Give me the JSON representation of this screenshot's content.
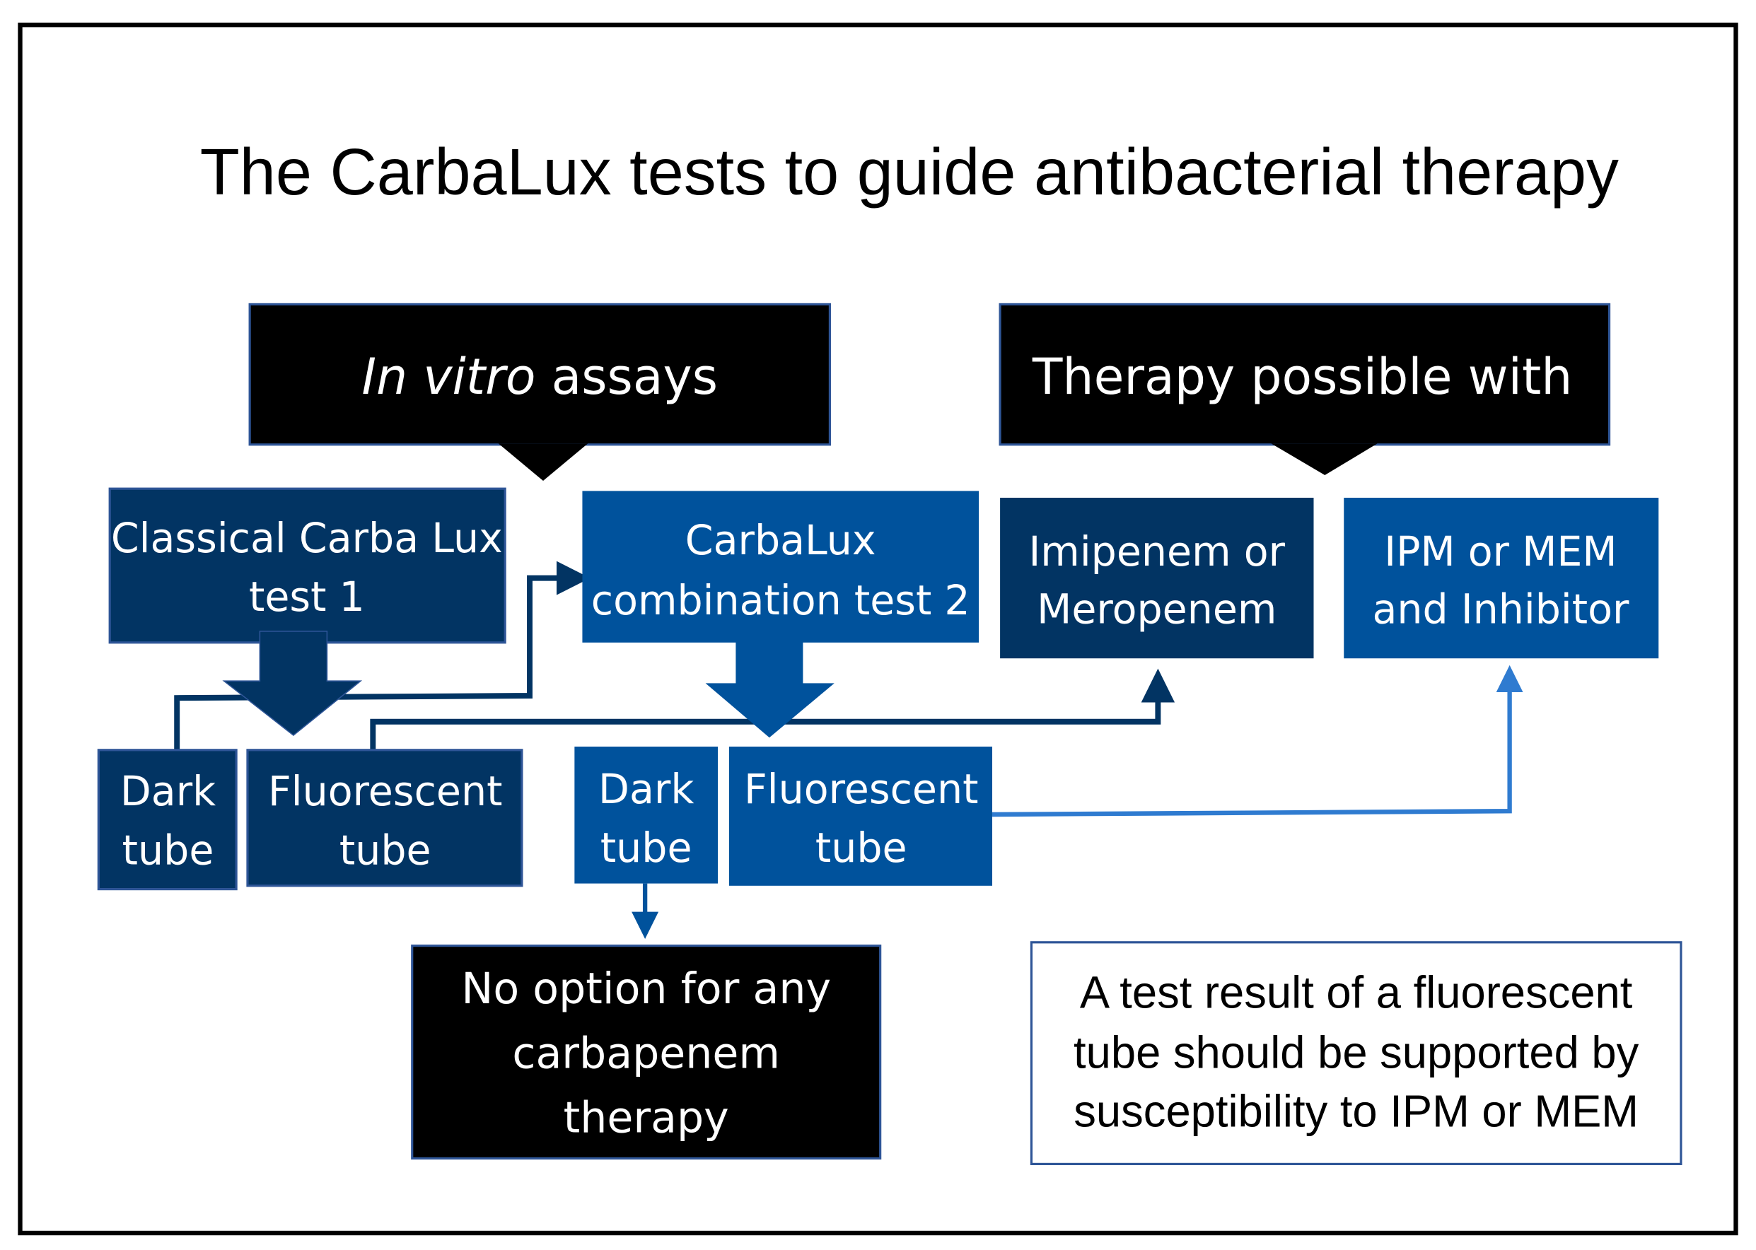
{
  "title": "The CarbaLux tests to guide antibacterial therapy",
  "colors": {
    "navy": "#023463",
    "blue": "#00529c",
    "light_arrow": "#2f7bd0",
    "black": "#000000",
    "note_border": "#2e5597"
  },
  "headers": {
    "in_vitro_italic": "In vitro",
    "in_vitro_rest": " assays",
    "therapy": "Therapy possible with"
  },
  "tests": {
    "classical": {
      "line1": "Classical Carba Lux",
      "line2": "test  1"
    },
    "combination": {
      "line1": "CarbaLux",
      "line2": "combination test 2"
    }
  },
  "therapies": {
    "imipenem": {
      "line1": "Imipenem or",
      "line2": "Meropenem"
    },
    "ipm": {
      "line1": "IPM or MEM",
      "line2": "and Inhibitor"
    }
  },
  "tubes": {
    "dark1": {
      "line1": "Dark",
      "line2": "tube"
    },
    "fluor1": {
      "line1": "Fluorescent",
      "line2": "tube"
    },
    "dark2": {
      "line1": "Dark",
      "line2": "tube"
    },
    "fluor2": {
      "line1": "Fluorescent",
      "line2": "tube"
    }
  },
  "no_option": {
    "line1": "No option for any",
    "line2": "carbapenem",
    "line3": "therapy"
  },
  "note": {
    "line1": "A test result of a fluorescent",
    "line2": "tube should be supported by",
    "line3": "susceptibility to IPM or MEM"
  }
}
